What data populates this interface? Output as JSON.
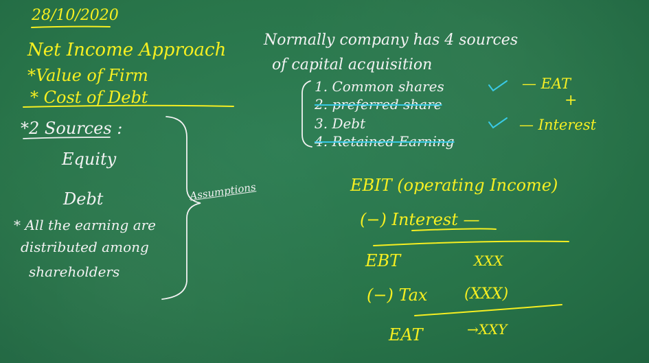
{
  "board": {
    "date": "28/10/2020",
    "left": {
      "title": "Net Income Approach",
      "bullet1": "*Value of Firm",
      "bullet2": "* Cost of Debt",
      "sources_heading": "*2 Sources :",
      "source_equity": "Equity",
      "source_debt": "Debt",
      "note_line1": "* All the earning are",
      "note_line2": "distributed among",
      "note_line3": "shareholders",
      "bracket_label": "Assumptions"
    },
    "right": {
      "intro_line1": "Normally company has 4 sources",
      "intro_line2": "of capital acquisition",
      "items": [
        "1. Common shares",
        "2. preferred share",
        "3. Debt",
        "4. Retained Earning"
      ],
      "item1_tag": "— EAT",
      "plus_sign": "+",
      "item3_tag": "— Interest",
      "calc": {
        "ebit": "EBIT (operating Income)",
        "interest": "(−) Interest —",
        "ebt": "EBT",
        "ebt_value": "XXX",
        "tax": "(−) Tax",
        "tax_value": "(XXX)",
        "eat": "EAT",
        "eat_value": "→XXY"
      }
    }
  },
  "colors": {
    "chalkboard": "#287449",
    "chalk_white": "#f2f2f2",
    "chalk_yellow": "#f6ef21",
    "chalk_cyan": "#35c9e6"
  }
}
